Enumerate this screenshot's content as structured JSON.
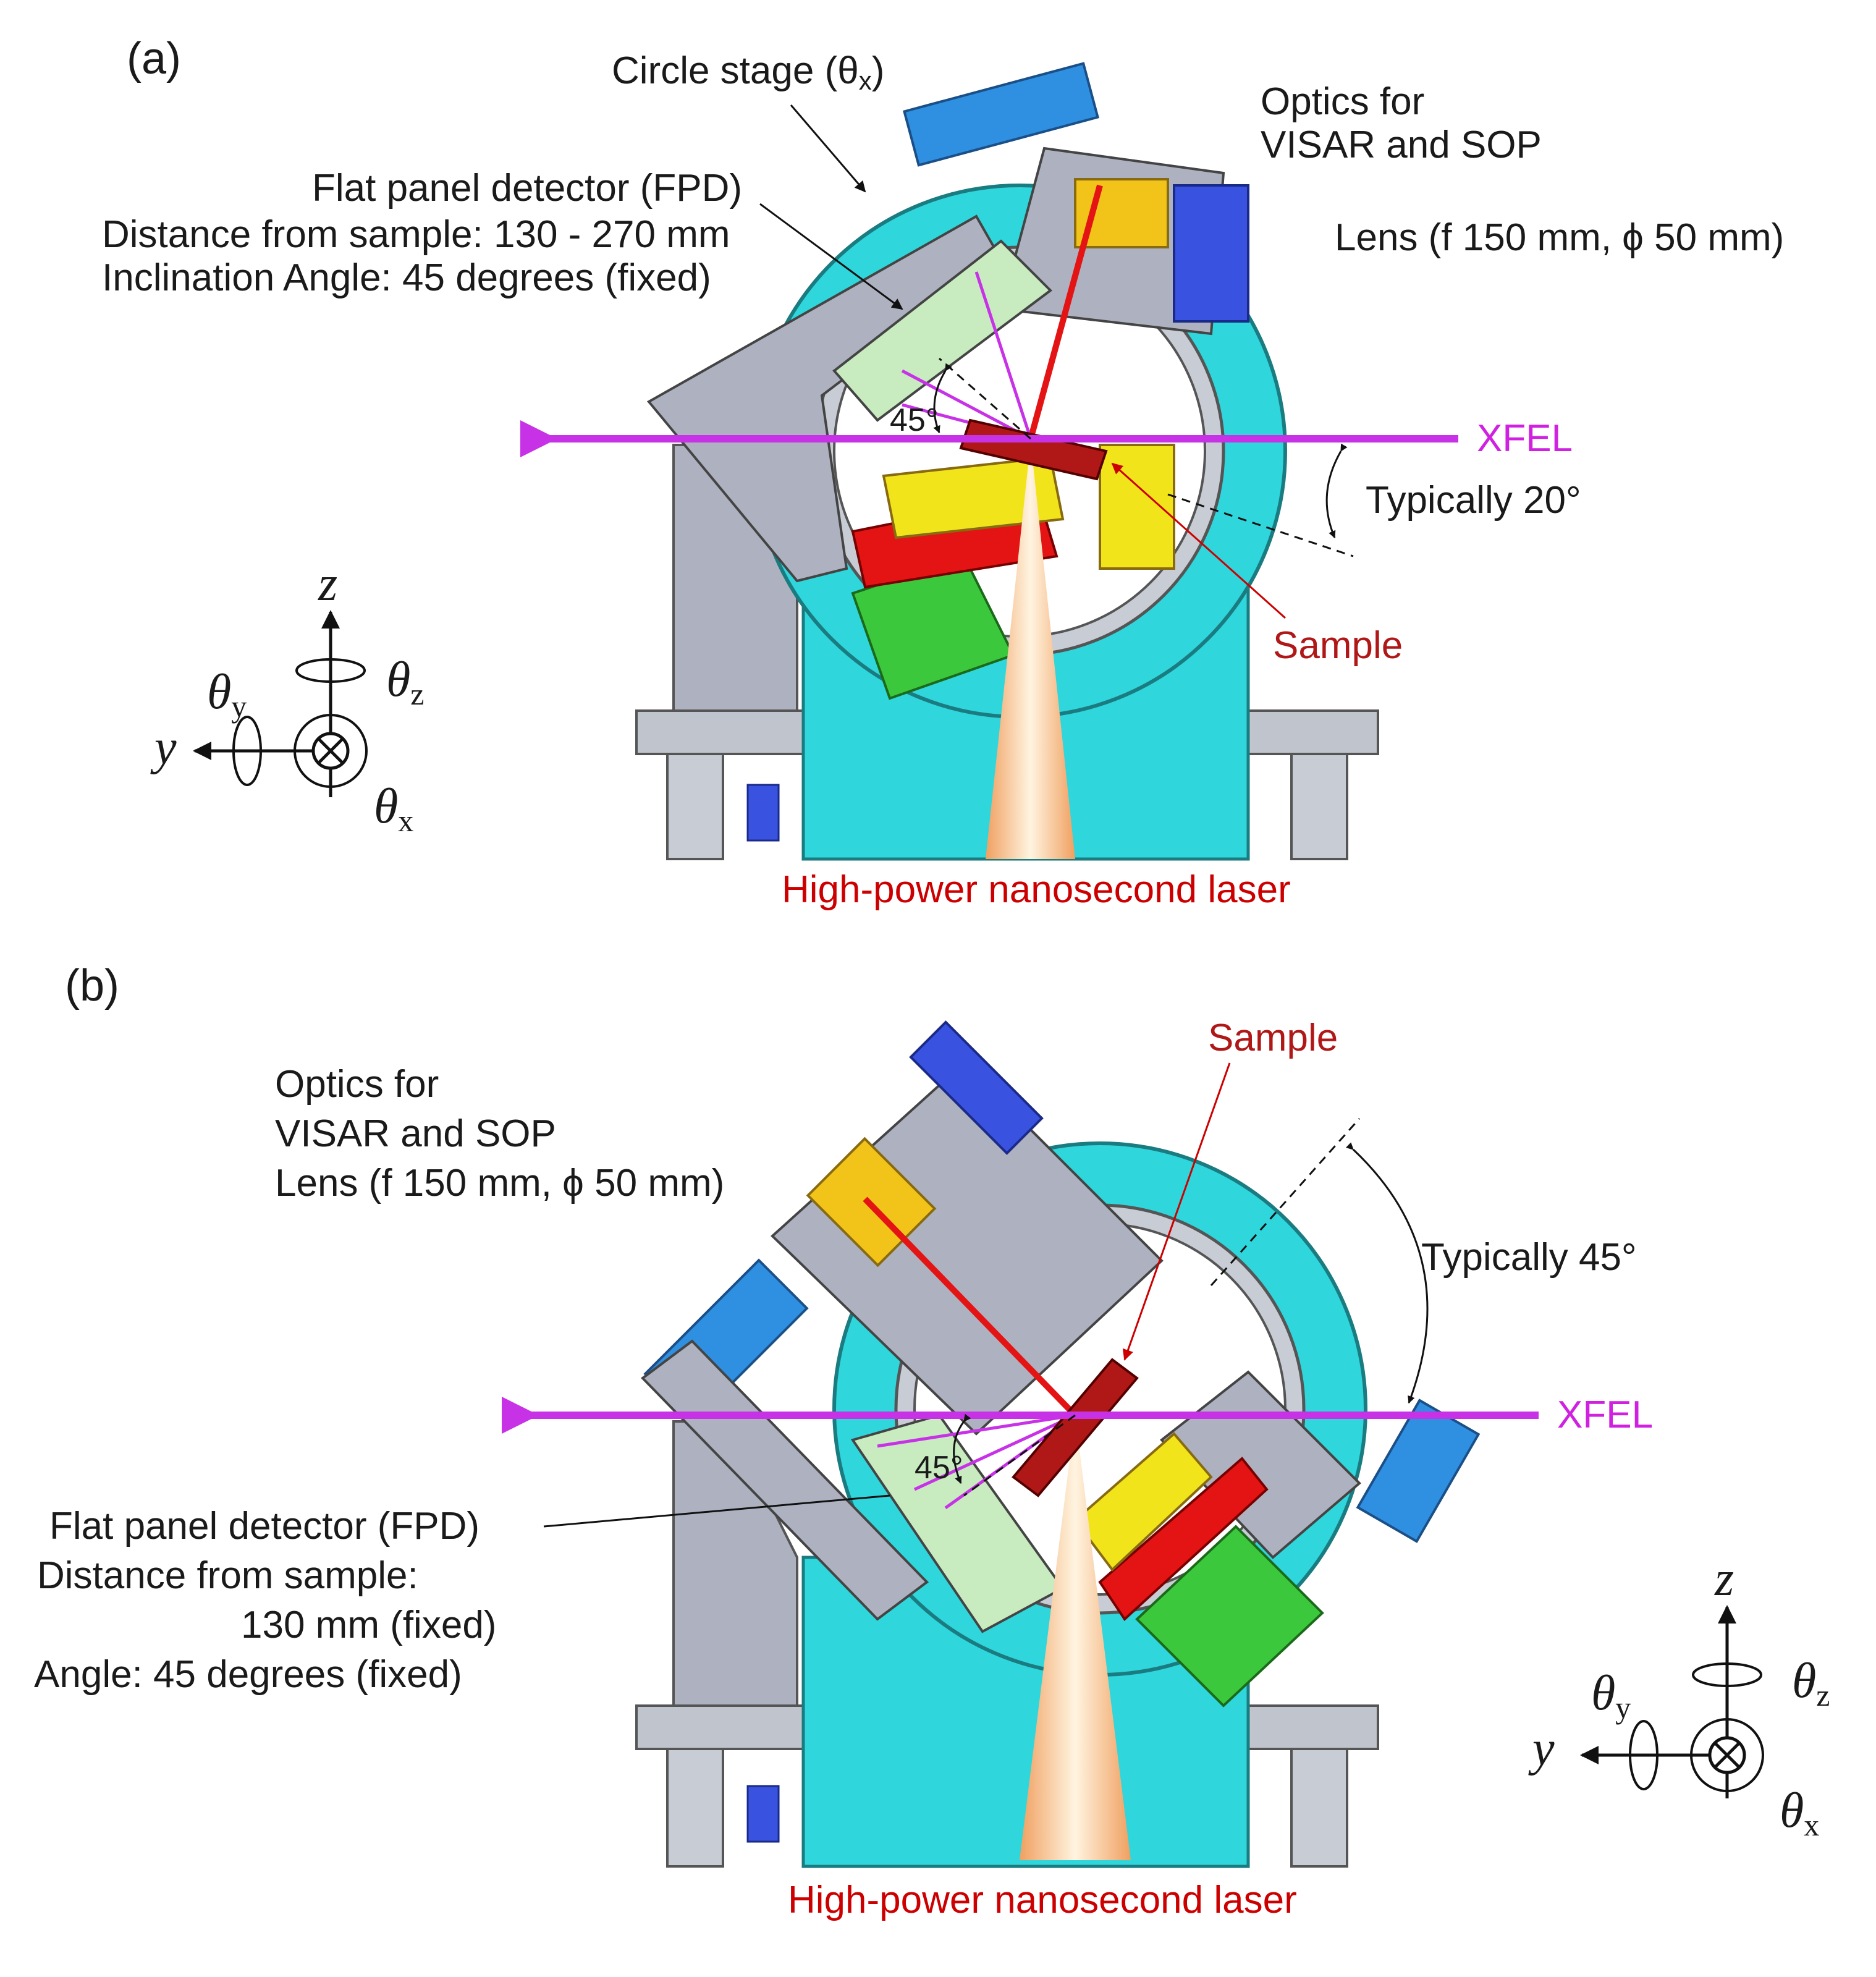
{
  "panels": [
    {
      "label": "(a)",
      "circle_stage": "Circle stage (θ",
      "circle_stage_sub": "x",
      "circle_stage_close": ")",
      "fpd_title": "Flat panel detector (FPD)",
      "fpd_distance": "Distance from sample: 130 - 270 mm",
      "fpd_angle": "Inclination Angle: 45 degrees (fixed)",
      "optics_1": "Optics for",
      "optics_2": "VISAR and SOP",
      "lens": "Lens (f 150 mm, ϕ 50 mm)",
      "angle_45": "45°",
      "xfel": "XFEL",
      "tilt": "Typically 20°",
      "sample": "Sample",
      "laser": "High-power nanosecond laser"
    },
    {
      "label": "(b)",
      "optics_1": "Optics for",
      "optics_2": "VISAR and SOP",
      "lens": "Lens (f 150 mm, ϕ 50 mm)",
      "sample": "Sample",
      "tilt": "Typically 45°",
      "xfel": "XFEL",
      "angle_45": "45°",
      "fpd_title": "Flat panel detector (FPD)",
      "fpd_distance": "Distance from sample:",
      "fpd_distance_val": "130 mm (fixed)",
      "fpd_angle": "Angle: 45 degrees (fixed)",
      "laser": "High-power nanosecond laser"
    }
  ],
  "axes": {
    "z": "z",
    "y": "y",
    "theta": "θ",
    "sub_x": "x",
    "sub_y": "y",
    "sub_z": "z"
  },
  "colors": {
    "frame_cyan": "#2fd6dc",
    "stage_gray": "#aeb2c0",
    "xfel_magenta": "#c832e6",
    "laser_red": "#e41414",
    "sample_red": "#b01818",
    "stage_yellow": "#f2e41a",
    "stage_green": "#3cc83c",
    "stage_blue": "#3a52e0",
    "optics_blue": "#2f8fe0",
    "fpd_green": "#c8ecc0"
  }
}
